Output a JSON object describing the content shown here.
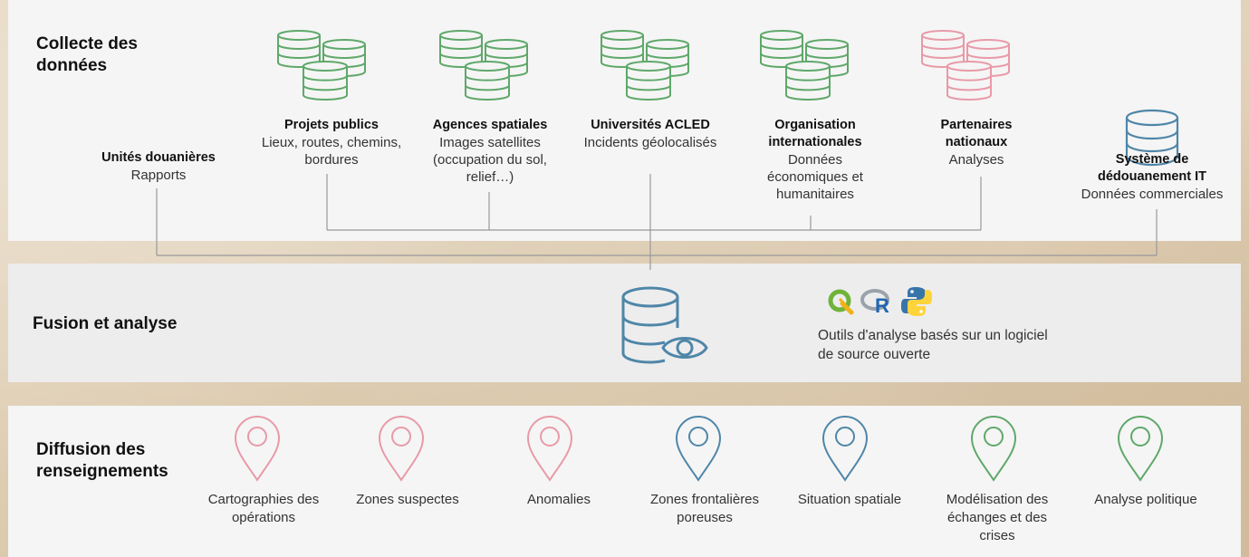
{
  "stages": {
    "collect": [
      "Collecte des",
      "données"
    ],
    "fusion": "Fusion et analyse",
    "diffusion": [
      "Diffusion des",
      "renseignements"
    ]
  },
  "sources": [
    {
      "title": "Unités douanières",
      "desc": "Rapports",
      "icon": "none"
    },
    {
      "title": "Projets publics",
      "desc": "Lieux, routes, chemins, bordures",
      "icon": "database-stack-icon",
      "color": "#5fa86a"
    },
    {
      "title": "Agences spatiales",
      "desc": "Images satellites (occupation du sol, relief…)",
      "icon": "database-stack-icon",
      "color": "#5fa86a"
    },
    {
      "title": "Universités ACLED",
      "desc": "Incidents géolocalisés",
      "icon": "database-stack-icon",
      "color": "#5fa86a"
    },
    {
      "title": "Organisation internationales",
      "desc": "Données économiques et humanitaires",
      "icon": "database-stack-icon",
      "color": "#5fa86a"
    },
    {
      "title": "Partenaires nationaux",
      "desc": "Analyses",
      "icon": "database-stack-icon",
      "color": "#e89aa8"
    },
    {
      "title": "Système de dédouanement IT",
      "desc": "Données commerciales",
      "icon": "database-icon",
      "color": "#4f86a8"
    }
  ],
  "analysis": {
    "icon": "database-eye-icon",
    "icon_color": "#4f86a8",
    "tools": [
      "qgis-logo",
      "r-logo",
      "python-logo"
    ],
    "caption": "Outils d'analyse basés sur un logiciel de source ouverte"
  },
  "outputs": [
    {
      "label": "Cartographies des opérations",
      "color": "#e89aa8"
    },
    {
      "label": "Zones suspectes",
      "color": "#e89aa8"
    },
    {
      "label": "Anomalies",
      "color": "#e89aa8"
    },
    {
      "label": "Zones frontalières poreuses",
      "color": "#4f86a8"
    },
    {
      "label": "Situation spatiale",
      "color": "#4f86a8"
    },
    {
      "label": "Modélisation des échanges et des crises",
      "color": "#5fa86a"
    },
    {
      "label": "Analyse politique",
      "color": "#5fa86a"
    }
  ],
  "colors": {
    "connector": "#999999",
    "green": "#5fa86a",
    "pink": "#e89aa8",
    "blue": "#4f86a8"
  }
}
